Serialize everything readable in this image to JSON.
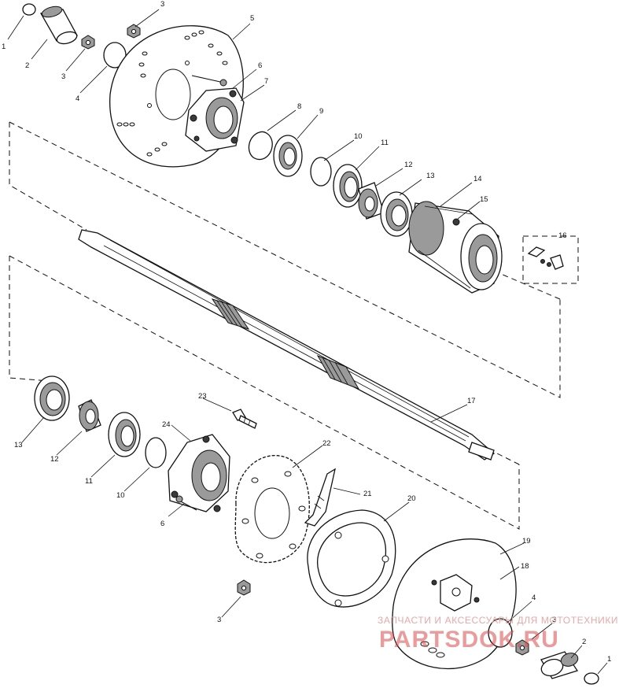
{
  "callouts": [
    "1",
    "2",
    "3",
    "3",
    "4",
    "5",
    "6",
    "7",
    "8",
    "9",
    "10",
    "11",
    "12",
    "13",
    "14",
    "15",
    "16",
    "17",
    "13",
    "12",
    "11",
    "10",
    "6",
    "23",
    "24",
    "22",
    "21",
    "20",
    "19",
    "18",
    "4",
    "3",
    "2",
    "1",
    "3"
  ],
  "watermark": {
    "tagline": "ЗАПЧАСТИ И АКСЕССУАРЫ ДЛЯ МОТОТЕХНИКИ",
    "site": "PARTSDOK.RU"
  },
  "colors": {
    "line": "#111111",
    "watermark": "#d94848"
  }
}
